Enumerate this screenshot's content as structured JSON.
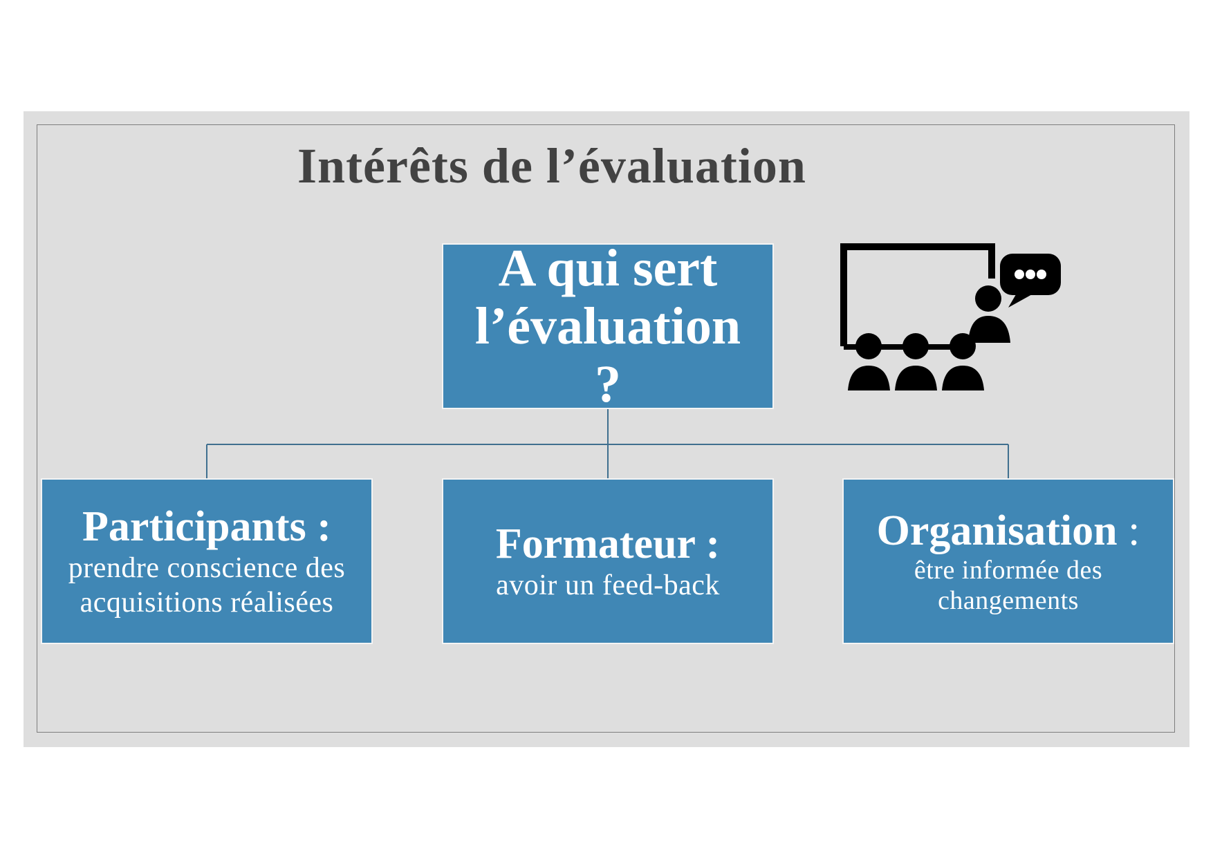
{
  "title": "Intérêts de l’évaluation",
  "root": {
    "label": "A qui sert l’évaluation ?"
  },
  "children": [
    {
      "head": "Participants :",
      "body": "prendre conscience des acquisitions réalisées"
    },
    {
      "head": "Formateur :",
      "body": "avoir un feed-back"
    },
    {
      "head": "Organisation",
      "head_suffix": " :",
      "body": "être informée des changements"
    }
  ],
  "colors": {
    "slide_background": "#dedede",
    "box_fill": "#4087b5",
    "box_text": "#ffffff",
    "title_text": "#424242",
    "connector": "#3f6f8f",
    "icon": "#000000"
  },
  "icons": [
    "presentation-audience-icon",
    "speech-bubble-icon"
  ]
}
